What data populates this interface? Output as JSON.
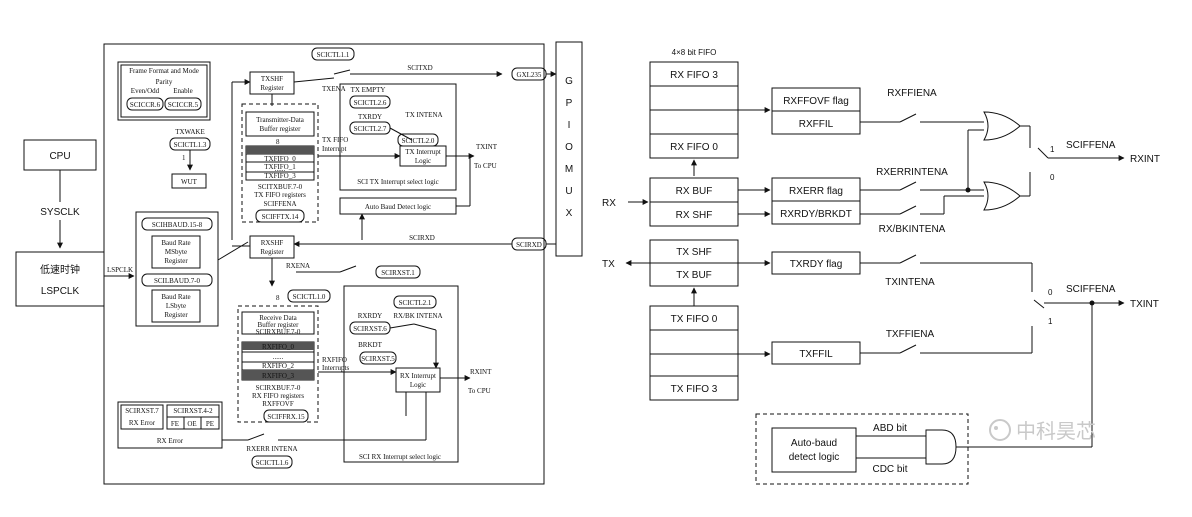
{
  "left": {
    "cpu": "CPU",
    "sysclk": "SYSCLK",
    "lspclk_cn": "低速时钟",
    "lspclk": "LSPCLK",
    "lspclk_in": "LSPCLK",
    "frame_format": {
      "title": "Frame Format and Mode",
      "parity": "Parity",
      "even_odd": "Even/Odd",
      "enable": "Enable",
      "reg_a": "SCICCR.6",
      "reg_b": "SCICCR.5"
    },
    "txwake": "TXWAKE",
    "scictl1_3": "SCICTL1.3",
    "one": "1",
    "wut": "WUT",
    "scictl1_1": "SCICTL1.1",
    "txshf": "TXSHF",
    "register": "Register",
    "txena": "TXENA",
    "scitxd_label": "SCITXD",
    "gpio_tx": "GXL235",
    "gpiomux": [
      "G",
      "P",
      "I",
      "O",
      "M",
      "U",
      "X"
    ],
    "tx_empty": "TX EMPTY",
    "scictl2_6": "SCICTL2.6",
    "txrdy": "TXRDY",
    "scictl2_7": "SCICTL2.7",
    "txintena": "TX INTENA",
    "scictl2_0": "SCICTL2.0",
    "tx_data_buffer": [
      "Transmitter-Data",
      "Buffer register"
    ],
    "eight": "8",
    "txfifo": [
      "TXFIFO_0",
      "TXFIFO_1",
      "......",
      "TXFIFO_3"
    ],
    "scitxbuf": "SCITXBUF.7-0",
    "txfifo_registers": "TX FIFO registers",
    "sciffena": "SCIFFENA",
    "scifftx14": "SCIFFTX.14",
    "txfifo_interrupt": [
      "TX FIFO",
      "Interrupt"
    ],
    "tx_interrupt_logic": [
      "TX Interrupt",
      "Logic"
    ],
    "txint": "TXINT",
    "to_cpu": "To CPU",
    "tx_select_logic": "SCI TX Interrupt select logic",
    "auto_baud": "Auto Baud Detect logic",
    "scihbaud": "SCIHBAUD.15-8",
    "baud_msb": [
      "Baud Rate",
      "MSbyte",
      "Register"
    ],
    "scilbaud": "SCILBAUD.7-0",
    "baud_lsb": [
      "Baud Rate",
      "LSbyte",
      "Register"
    ],
    "rxshf": "RXSHF",
    "scirxd_label": "SCIRXD",
    "gpio_rx": "SCIRXD",
    "rxena": "RXENA",
    "scirxst1": "SCIRXST.1",
    "scictl1_0": "SCICTL1.0",
    "rx_data_buffer": [
      "Receive Data",
      "Buffer register",
      "SCIRXBUF.7-0"
    ],
    "rxfifo": [
      "RXFIFO_0",
      "......",
      "RXFIFO_2",
      "RXFIFO_3"
    ],
    "scirxbuf": "SCIRXBUF.7-0",
    "rxfifo_registers": "RX FIFO registers",
    "rxffovf": "RXFFOVF",
    "scirxst6": "SCIRXST.6",
    "rxrdy": "RXRDY",
    "scictl2_1": "SCICTL2.1",
    "rxbkintena": "RX/BK INTENA",
    "brkdt": "BRKDT",
    "scirxst5": "SCIRXST.5",
    "rxfifo_interrupt": [
      "RXFIFO",
      "Interrupts"
    ],
    "rx_interrupt_logic": [
      "RX Interrupt",
      "Logic"
    ],
    "rxint": "RXINT",
    "sciffrx15": "SCIFFRX.15",
    "rx_select_logic": "SCI RX Interrupt select logic",
    "scirxst7": "SCIRXST.7",
    "scirxst42": "SCIRXST.4-2",
    "rx_error_cell": "RX Error",
    "fe": "FE",
    "oe": "OE",
    "pe": "PE",
    "rx_error": "RX Error",
    "rxerrintena": "RXERR INTENA",
    "scictl1_6": "SCICTL1.6"
  },
  "right": {
    "fifo_title": "4×8 bit FIFO",
    "rx_fifo_3": "RX FIFO 3",
    "rx_fifo_0": "RX FIFO 0",
    "rx_buf": "RX BUF",
    "rx_shf": "RX SHF",
    "rx": "RX",
    "rxffovf_flag": "RXFFOVF flag",
    "rxffil": "RXFFIL",
    "rxffiena": "RXFFIENA",
    "rxerr_flag": "RXERR flag",
    "rxrdy_brkdt": "RXRDY/BRKDT",
    "rxerrintena": "RXERRINTENA",
    "rxbkintena": "RX/BKINTENA",
    "sciffena_top": "SCIFFENA",
    "one_top": "1",
    "zero_top": "0",
    "rxint": "RXINT",
    "tx": "TX",
    "tx_shf": "TX SHF",
    "tx_buf": "TX BUF",
    "txrdy_flag": "TXRDY flag",
    "txintena": "TXINTENA",
    "tx_fifo_0": "TX FIFO 0",
    "tx_fifo_3": "TX FIFO 3",
    "txffil": "TXFFIL",
    "txffiena": "TXFFIENA",
    "sciffena_bot": "SCIFFENA",
    "zero_bot": "0",
    "one_bot": "1",
    "txint": "TXINT",
    "auto_baud": [
      "Auto-baud",
      "detect logic"
    ],
    "abd_bit": "ABD bit",
    "cdc_bit": "CDC bit"
  },
  "watermark": "中科昊芯"
}
